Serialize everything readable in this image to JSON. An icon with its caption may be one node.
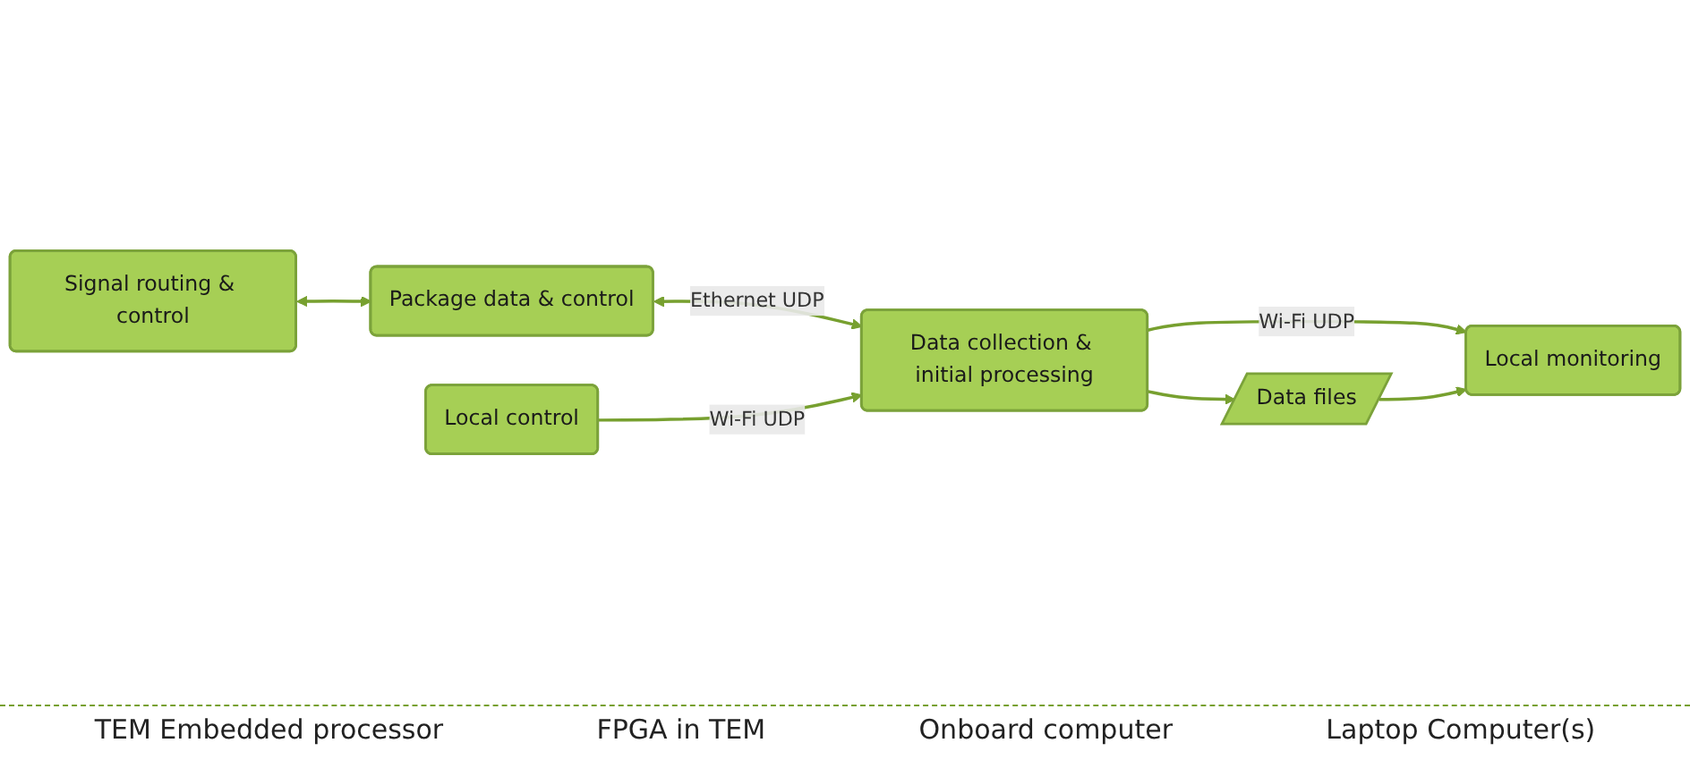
{
  "diagram": {
    "nodes": [
      {
        "text": [
          "Signal routing & control"
        ]
      },
      {
        "text": [
          "Package data & control"
        ]
      },
      {
        "text": [
          "Data collection & initial processing"
        ]
      },
      {
        "text": [
          "Local control"
        ]
      },
      {
        "text": [
          "Local monitoring"
        ]
      },
      {
        "text": [
          "Data files"
        ]
      }
    ],
    "edges": [
      {
        "from": 0,
        "to": 1,
        "arrow": "both"
      },
      {
        "from": 1,
        "to": 2,
        "arrow": "both",
        "label": "Ethernet UDP"
      },
      {
        "from": 3,
        "to": 2,
        "arrow": "to",
        "label": "Wi-Fi UDP"
      },
      {
        "from": 2,
        "to": 4,
        "arrow": "to",
        "label": "Wi-Fi UDP"
      },
      {
        "from": 2,
        "to": 5,
        "arrow": "to"
      },
      {
        "from": 5,
        "to": 4,
        "arrow": "to"
      }
    ],
    "labels": [
      "TEM Embedded processor",
      "FPGA in TEM",
      "Onboard computer",
      "Laptop Computer(s)"
    ]
  }
}
